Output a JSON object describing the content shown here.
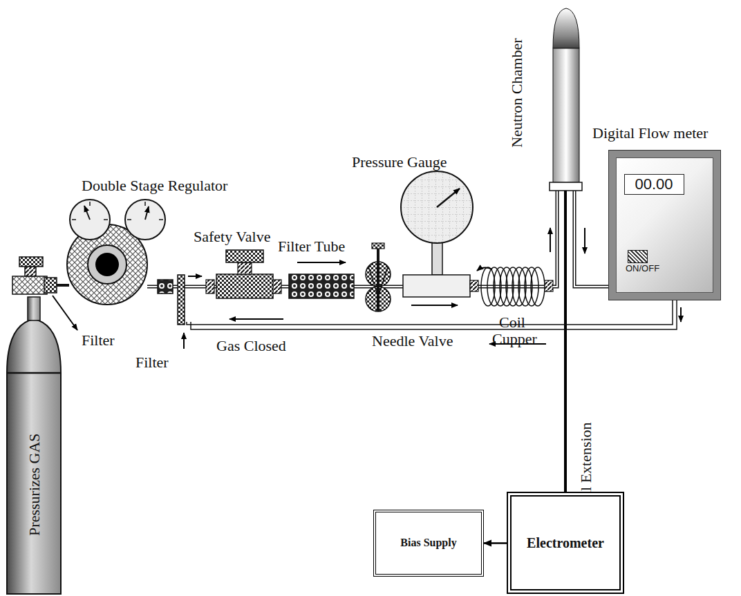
{
  "diagram": {
    "nodes": [
      {
        "text": [
          "Digital Flow meter",
          "00.00",
          "ON/OFF"
        ]
      },
      {
        "text": [
          "Bias Supply"
        ]
      },
      {
        "text": [
          "Electrometer"
        ]
      }
    ],
    "edges": [
      {
        "from": 2,
        "to": 1,
        "arrow": "to"
      }
    ],
    "labels": [
      "Double Stage Regulator",
      "Filter",
      "Safety Valve",
      "Filter Tube",
      "Pressure Gauge",
      "Neutron Chamber",
      "Filter",
      "Coil",
      "Cupper",
      "Gas Closed",
      "Needle Valve",
      "Coaxial Extension Cable",
      "Pressurizes GAS"
    ]
  }
}
